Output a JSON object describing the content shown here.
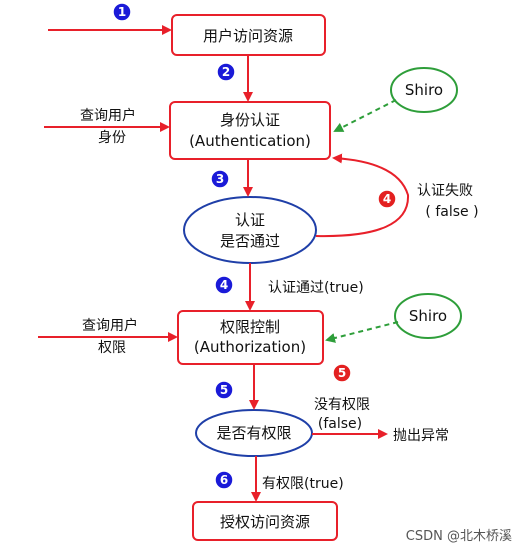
{
  "nodes": {
    "access_resource": "用户访问资源",
    "authn_line1": "身份认证",
    "authn_line2": "(Authentication)",
    "auth_check_line1": "认证",
    "auth_check_line2": "是否通过",
    "authz_line1": "权限控制",
    "authz_line2": "(Authorization)",
    "perm_check": "是否有权限",
    "grant_access": "授权访问资源",
    "shiro_top": "Shiro",
    "shiro_bottom": "Shiro"
  },
  "labels": {
    "query_identity_line1": "查询用户",
    "query_identity_line2": "身份",
    "auth_fail_line1": "认证失败",
    "auth_fail_line2": "( false )",
    "auth_pass": "认证通过(true)",
    "query_perm_line1": "查询用户",
    "query_perm_line2": "权限",
    "no_perm_line1": "没有权限",
    "no_perm_line2": "(false)",
    "throw_exception": "抛出异常",
    "has_perm": "有权限(true)"
  },
  "steps": [
    "1",
    "2",
    "3",
    "4",
    "4",
    "5",
    "5",
    "6"
  ],
  "watermark": "CSDN @北木桥溪",
  "colors": {
    "flow": "#e8202a",
    "badge_blue": "#1a1ad8",
    "badge_red": "#e32020",
    "ellipse_blue": "#1f3fa8",
    "shiro_green": "#2e9e3a"
  }
}
